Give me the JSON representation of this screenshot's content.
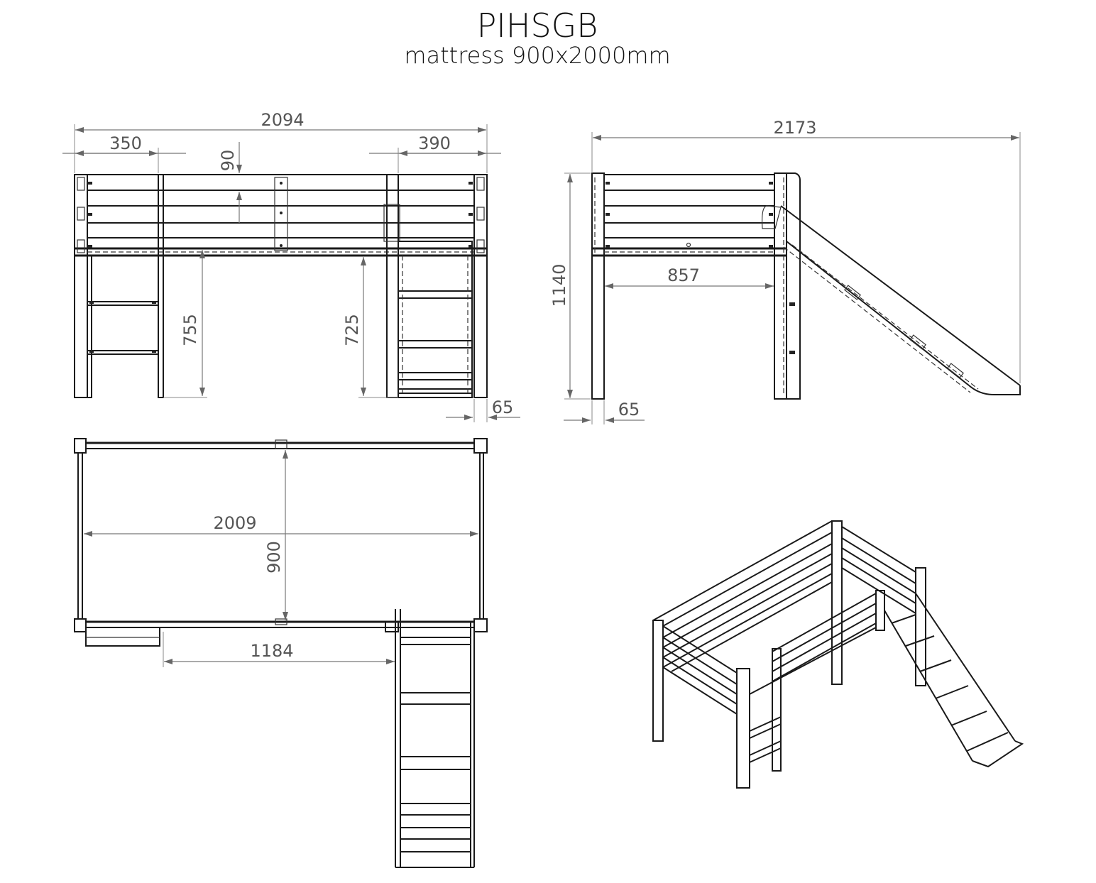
{
  "title": "PIHSGB",
  "subtitle": "mattress 900x2000mm",
  "views": {
    "front": {
      "overall_width": "2094",
      "left_ladder_offset": "350",
      "right_ladder_offset": "390",
      "rail_height": "90",
      "left_clearance": "755",
      "right_clearance": "725",
      "post_thickness": "65"
    },
    "side": {
      "overall_length": "2173",
      "total_height": "1140",
      "inner_width": "857",
      "post_thickness": "65"
    },
    "top": {
      "inner_length": "2009",
      "mattress_width": "900",
      "slide_offset": "1184"
    }
  }
}
